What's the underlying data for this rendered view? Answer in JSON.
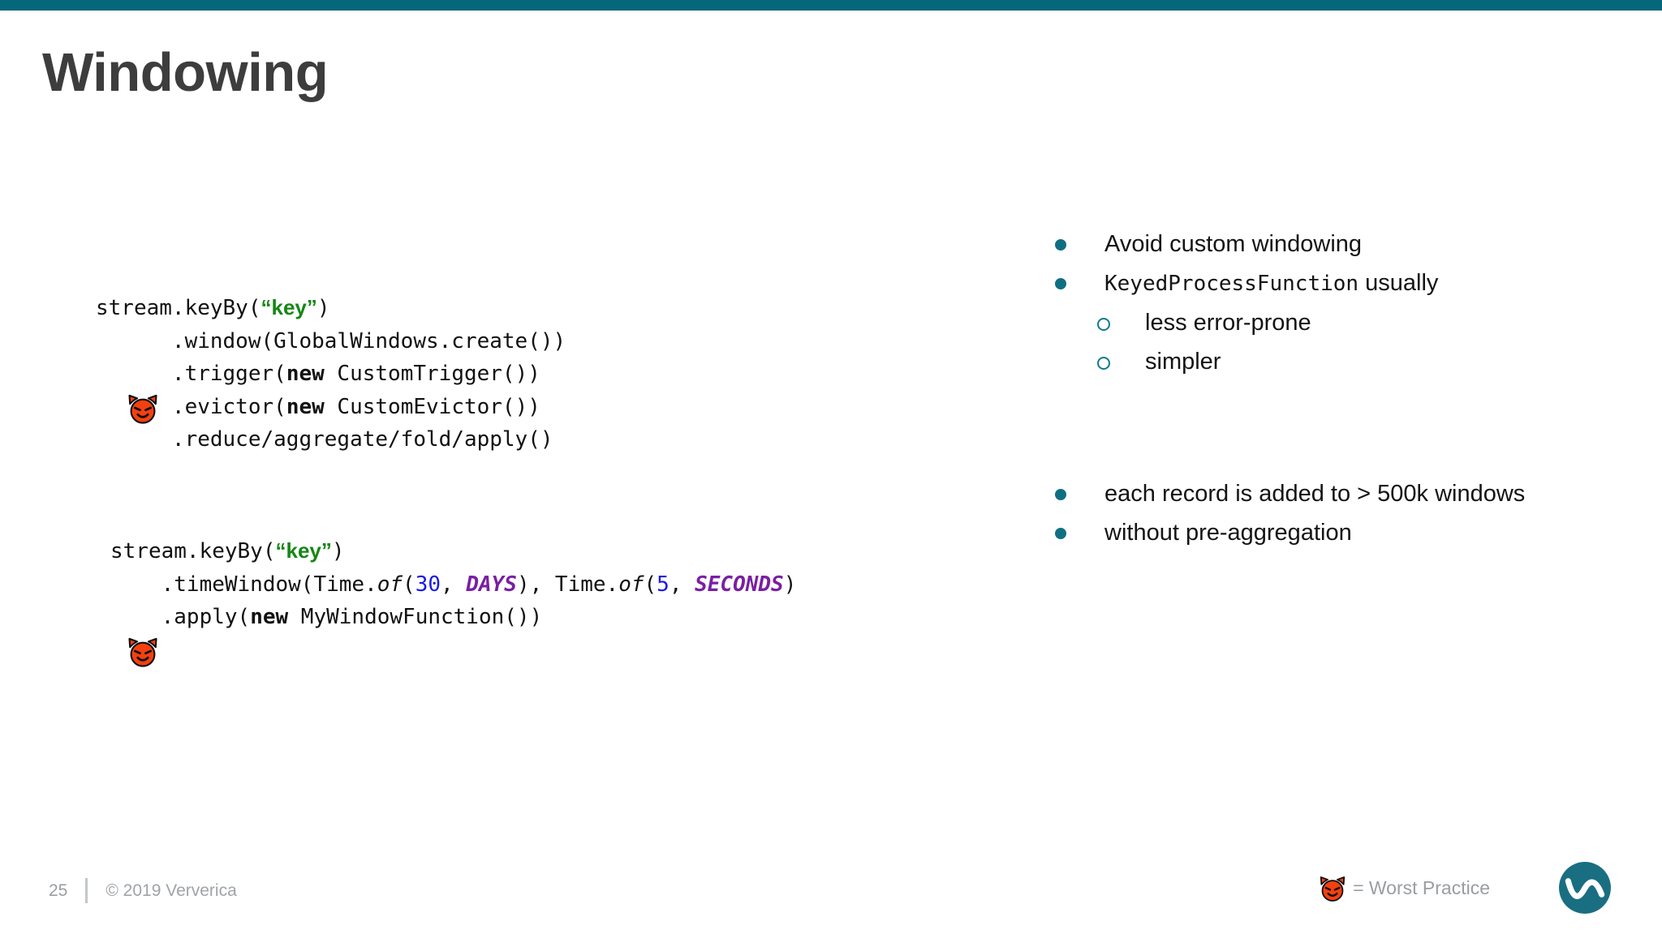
{
  "theme": {
    "accent_teal": "#05687a",
    "bullet_teal": "#0f6f82",
    "title_gray": "#3d3d3d",
    "string_green": "#168616",
    "number_blue": "#1a1ae8",
    "const_purple": "#7a1fa2",
    "footer_gray": "#a0a4a7",
    "background": "#ffffff"
  },
  "title": "Windowing",
  "code_blocks": [
    {
      "icon": "devil-face-icon",
      "lines": [
        [
          {
            "t": "stream.keyBy(",
            "s": "plain"
          },
          {
            "t": "“key”",
            "s": "string"
          },
          {
            "t": ")",
            "s": "plain"
          }
        ],
        [
          {
            "t": "      .window(GlobalWindows.create())",
            "s": "plain"
          }
        ],
        [
          {
            "t": "      .trigger(",
            "s": "plain"
          },
          {
            "t": "new",
            "s": "keyword"
          },
          {
            "t": " CustomTrigger())",
            "s": "plain"
          }
        ],
        [
          {
            "t": "      .evictor(",
            "s": "plain"
          },
          {
            "t": "new",
            "s": "keyword"
          },
          {
            "t": " CustomEvictor())",
            "s": "plain"
          }
        ],
        [
          {
            "t": "      .reduce/aggregate/fold/apply()",
            "s": "plain"
          }
        ]
      ]
    },
    {
      "icon": "devil-face-icon",
      "lines": [
        [
          {
            "t": "stream.keyBy(",
            "s": "plain"
          },
          {
            "t": "“key”",
            "s": "string"
          },
          {
            "t": ")",
            "s": "plain"
          }
        ],
        [
          {
            "t": "    .timeWindow(Time.",
            "s": "plain"
          },
          {
            "t": "of",
            "s": "italic"
          },
          {
            "t": "(",
            "s": "plain"
          },
          {
            "t": "30",
            "s": "number"
          },
          {
            "t": ", ",
            "s": "plain"
          },
          {
            "t": "DAYS",
            "s": "const"
          },
          {
            "t": "), Time.",
            "s": "plain"
          },
          {
            "t": "of",
            "s": "italic"
          },
          {
            "t": "(",
            "s": "plain"
          },
          {
            "t": "5",
            "s": "number"
          },
          {
            "t": ", ",
            "s": "plain"
          },
          {
            "t": "SECONDS",
            "s": "const"
          },
          {
            "t": ")",
            "s": "plain"
          }
        ],
        [
          {
            "t": "    .apply(",
            "s": "plain"
          },
          {
            "t": "new",
            "s": "keyword"
          },
          {
            "t": " MyWindowFunction())",
            "s": "plain"
          }
        ]
      ]
    }
  ],
  "bullets_top": [
    {
      "level": 1,
      "parts": [
        {
          "t": "Avoid custom windowing",
          "s": "sans"
        }
      ]
    },
    {
      "level": 1,
      "parts": [
        {
          "t": "KeyedProcessFunction",
          "s": "mono"
        },
        {
          "t": " usually",
          "s": "sans"
        }
      ]
    },
    {
      "level": 2,
      "parts": [
        {
          "t": "less error-prone",
          "s": "sans"
        }
      ]
    },
    {
      "level": 2,
      "parts": [
        {
          "t": "simpler",
          "s": "sans"
        }
      ]
    }
  ],
  "bullets_bottom": [
    {
      "level": 1,
      "parts": [
        {
          "t": "each record is added to > 500k windows",
          "s": "sans"
        }
      ]
    },
    {
      "level": 1,
      "parts": [
        {
          "t": "without pre-aggregation",
          "s": "sans"
        }
      ]
    }
  ],
  "footer": {
    "page_number": "25",
    "copyright": "© 2019 Ververica",
    "legend_text": "= Worst Practice",
    "legend_icon": "devil-face-icon",
    "logo_icon": "ververica-logo-icon"
  }
}
